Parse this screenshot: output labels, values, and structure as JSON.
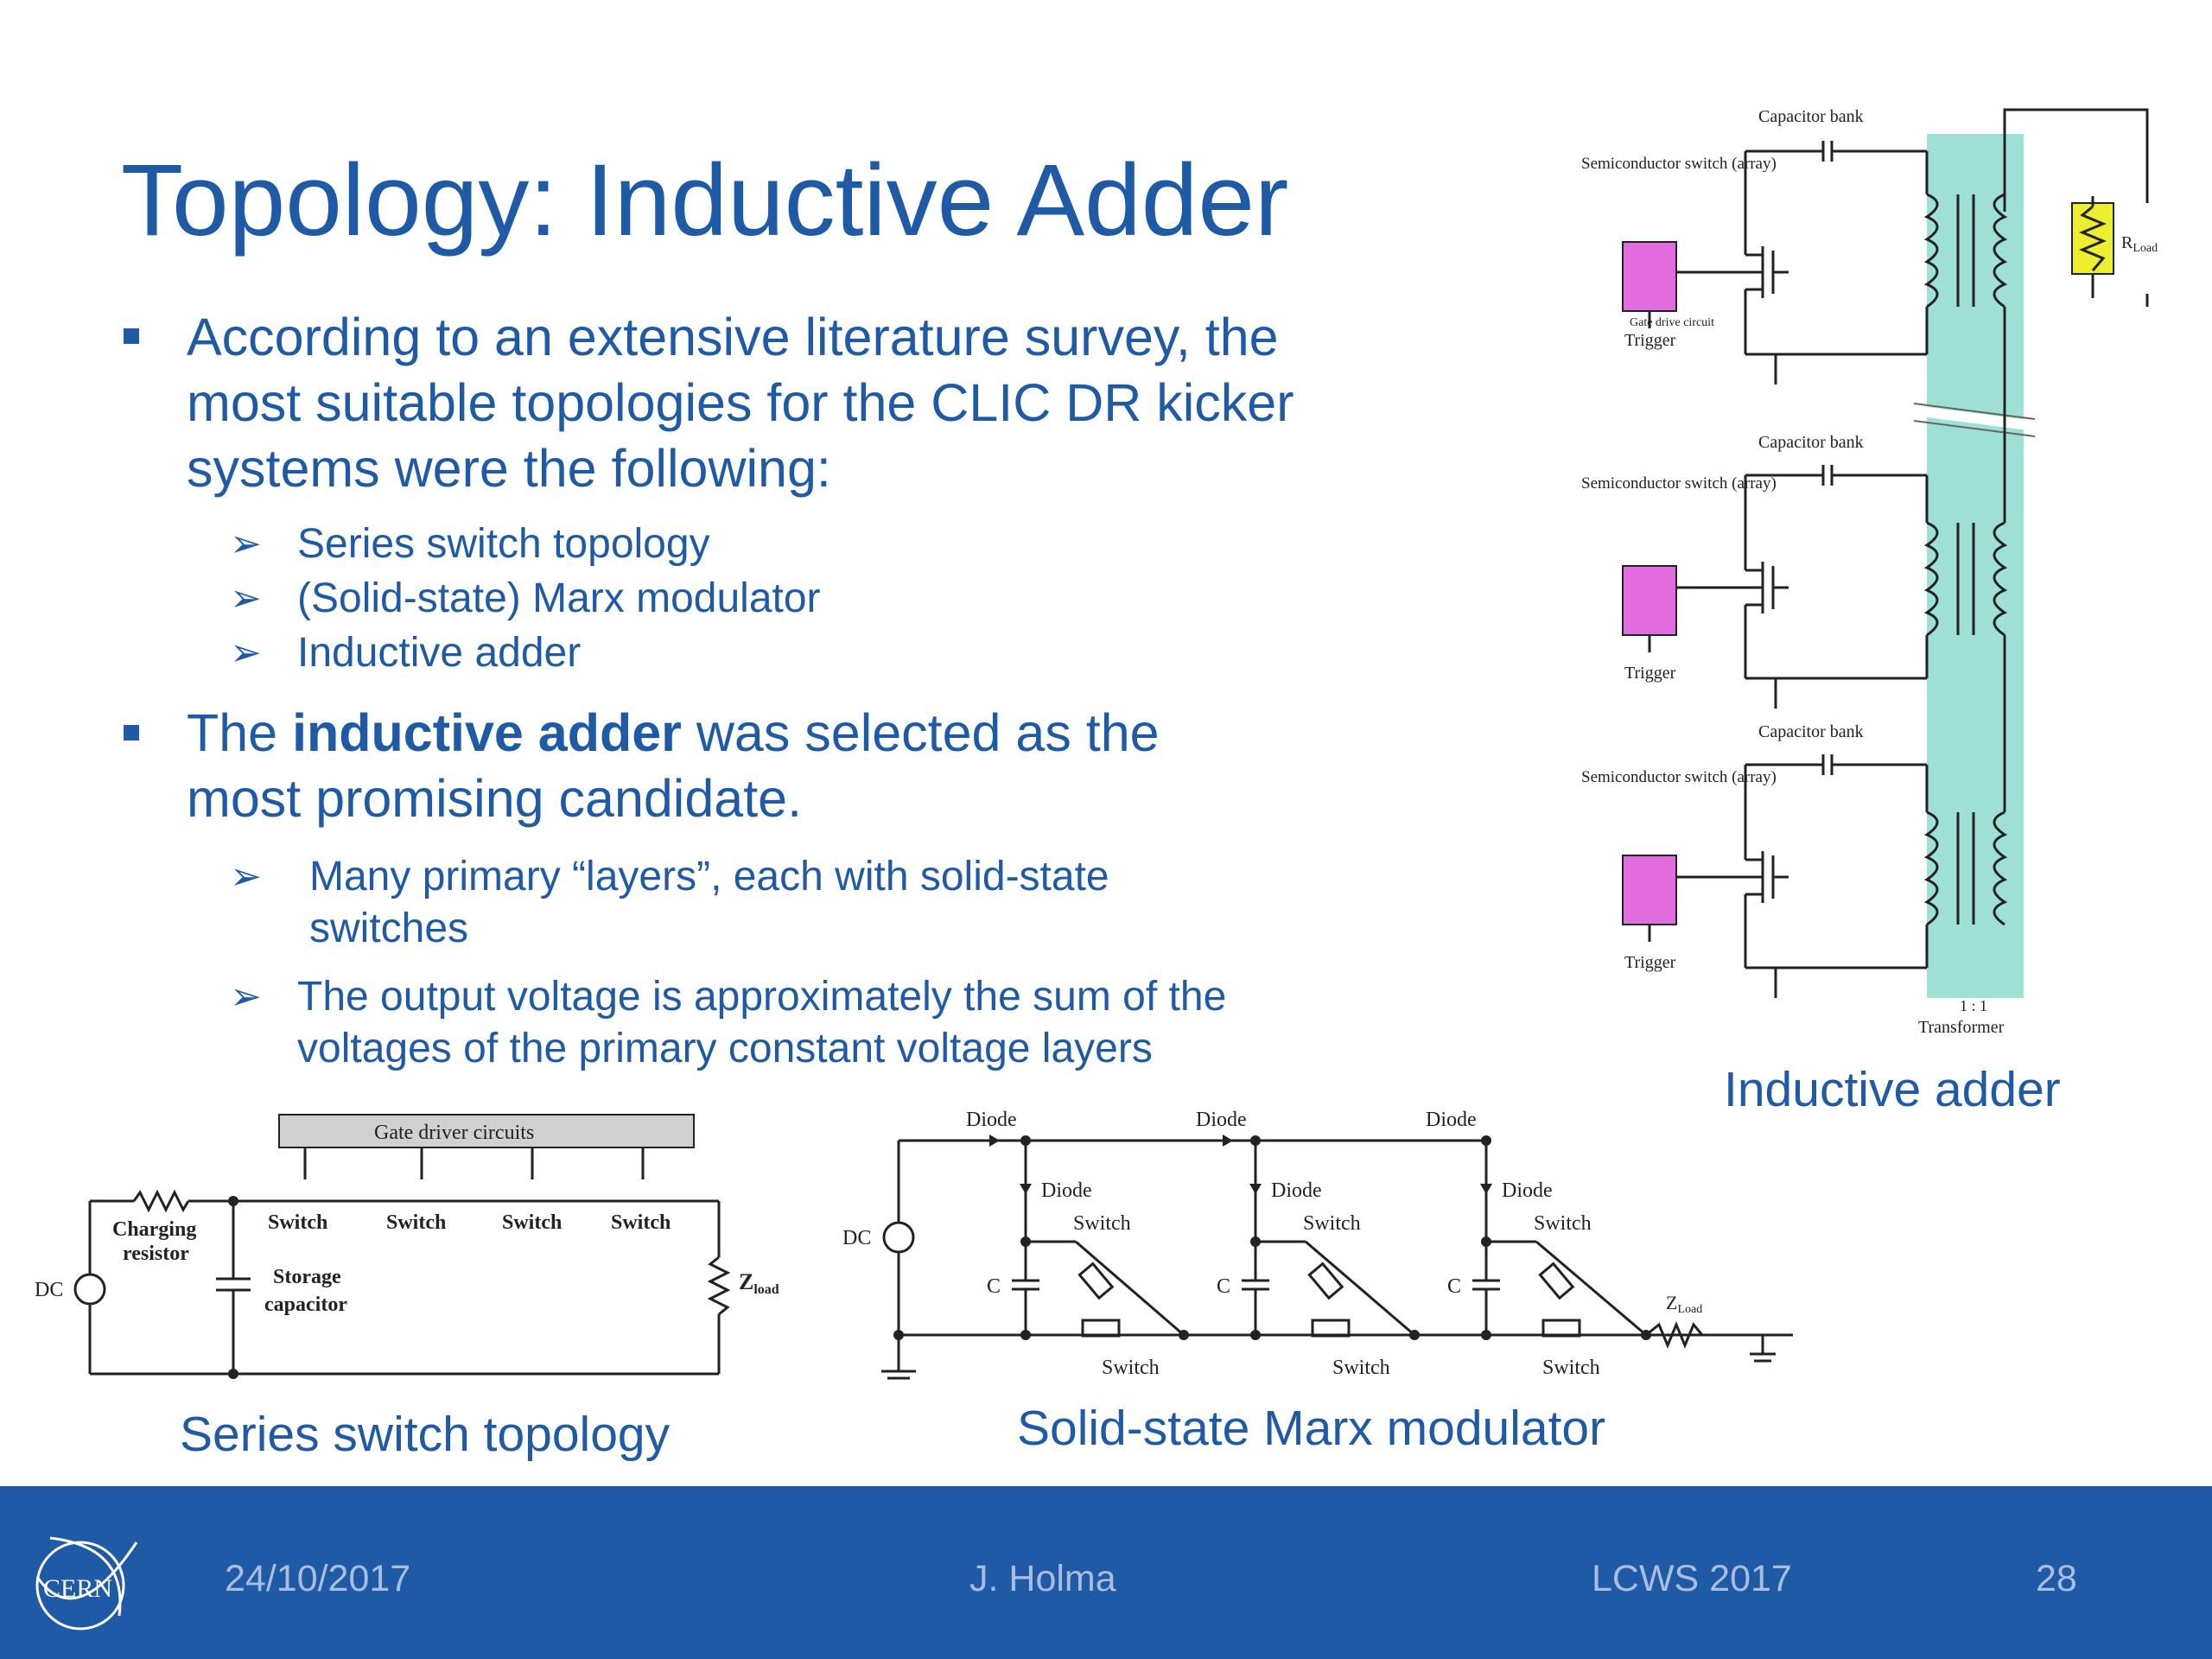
{
  "slide": {
    "title": "Topology: Inductive Adder",
    "bullet1": "According to an extensive literature survey, the most suitable topologies for the CLIC DR kicker systems were the following:",
    "sub1": [
      "Series switch topology",
      "(Solid-state) Marx modulator",
      "Inductive adder"
    ],
    "bullet2_pre": "The ",
    "bullet2_bold": "inductive adder",
    "bullet2_post": " was selected as the most promising candidate.",
    "sub2": [
      "Many primary “layers”, each with solid-state switches",
      "The output voltage is approximately the sum of the voltages of the primary constant voltage layers"
    ]
  },
  "figures": {
    "inductive": {
      "caption": "Inductive adder",
      "capacitor_bank": "Capacitor bank",
      "semiconductor_switch": "Semiconductor switch (array)",
      "gate_drive": "Gate drive circuit",
      "trigger": "Trigger",
      "rload": "R",
      "rload_sub": "Load",
      "transformer_ratio": "1 : 1",
      "transformer": "Transformer"
    },
    "series": {
      "caption": "Series switch topology",
      "gate_driver_circuits": "Gate driver circuits",
      "charging_resistor_1": "Charging",
      "charging_resistor_2": "resistor",
      "switch": "Switch",
      "storage_capacitor_1": "Storage",
      "storage_capacitor_2": "capacitor",
      "dc": "DC",
      "zload": "Z",
      "zload_sub": "load"
    },
    "marx": {
      "caption": "Solid-state Marx modulator",
      "diode": "Diode",
      "switch": "Switch",
      "c": "C",
      "dc": "DC",
      "zload": "Z",
      "zload_sub": "Load"
    }
  },
  "footer": {
    "date": "24/10/2017",
    "author": "J. Holma",
    "event": "LCWS 2017",
    "page": "28",
    "logo_text": "CERN"
  }
}
